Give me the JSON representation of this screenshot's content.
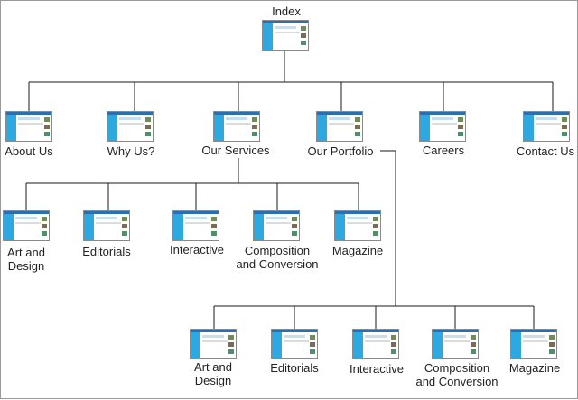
{
  "colors": {
    "line": "#1a1a1a",
    "thumb_header": "#2b6fb3",
    "thumb_sidebar": "#2ea8e0"
  },
  "nodes": {
    "index": "Index",
    "about_us": "About Us",
    "why_us": "Why Us?",
    "our_services": "Our Services",
    "our_portfolio": "Our Portfolio",
    "careers": "Careers",
    "contact_us": "Contact Us",
    "services": {
      "art_and_design": [
        "Art and",
        "Design"
      ],
      "editorials": "Editorials",
      "interactive": "Interactive",
      "composition": [
        "Composition",
        "and Conversion"
      ],
      "magazine": "Magazine"
    },
    "portfolio": {
      "art_and_design": [
        "Art and",
        "Design"
      ],
      "editorials": "Editorials",
      "interactive": "Interactive",
      "composition": [
        "Composition",
        "and Conversion"
      ],
      "magazine": "Magazine"
    }
  }
}
